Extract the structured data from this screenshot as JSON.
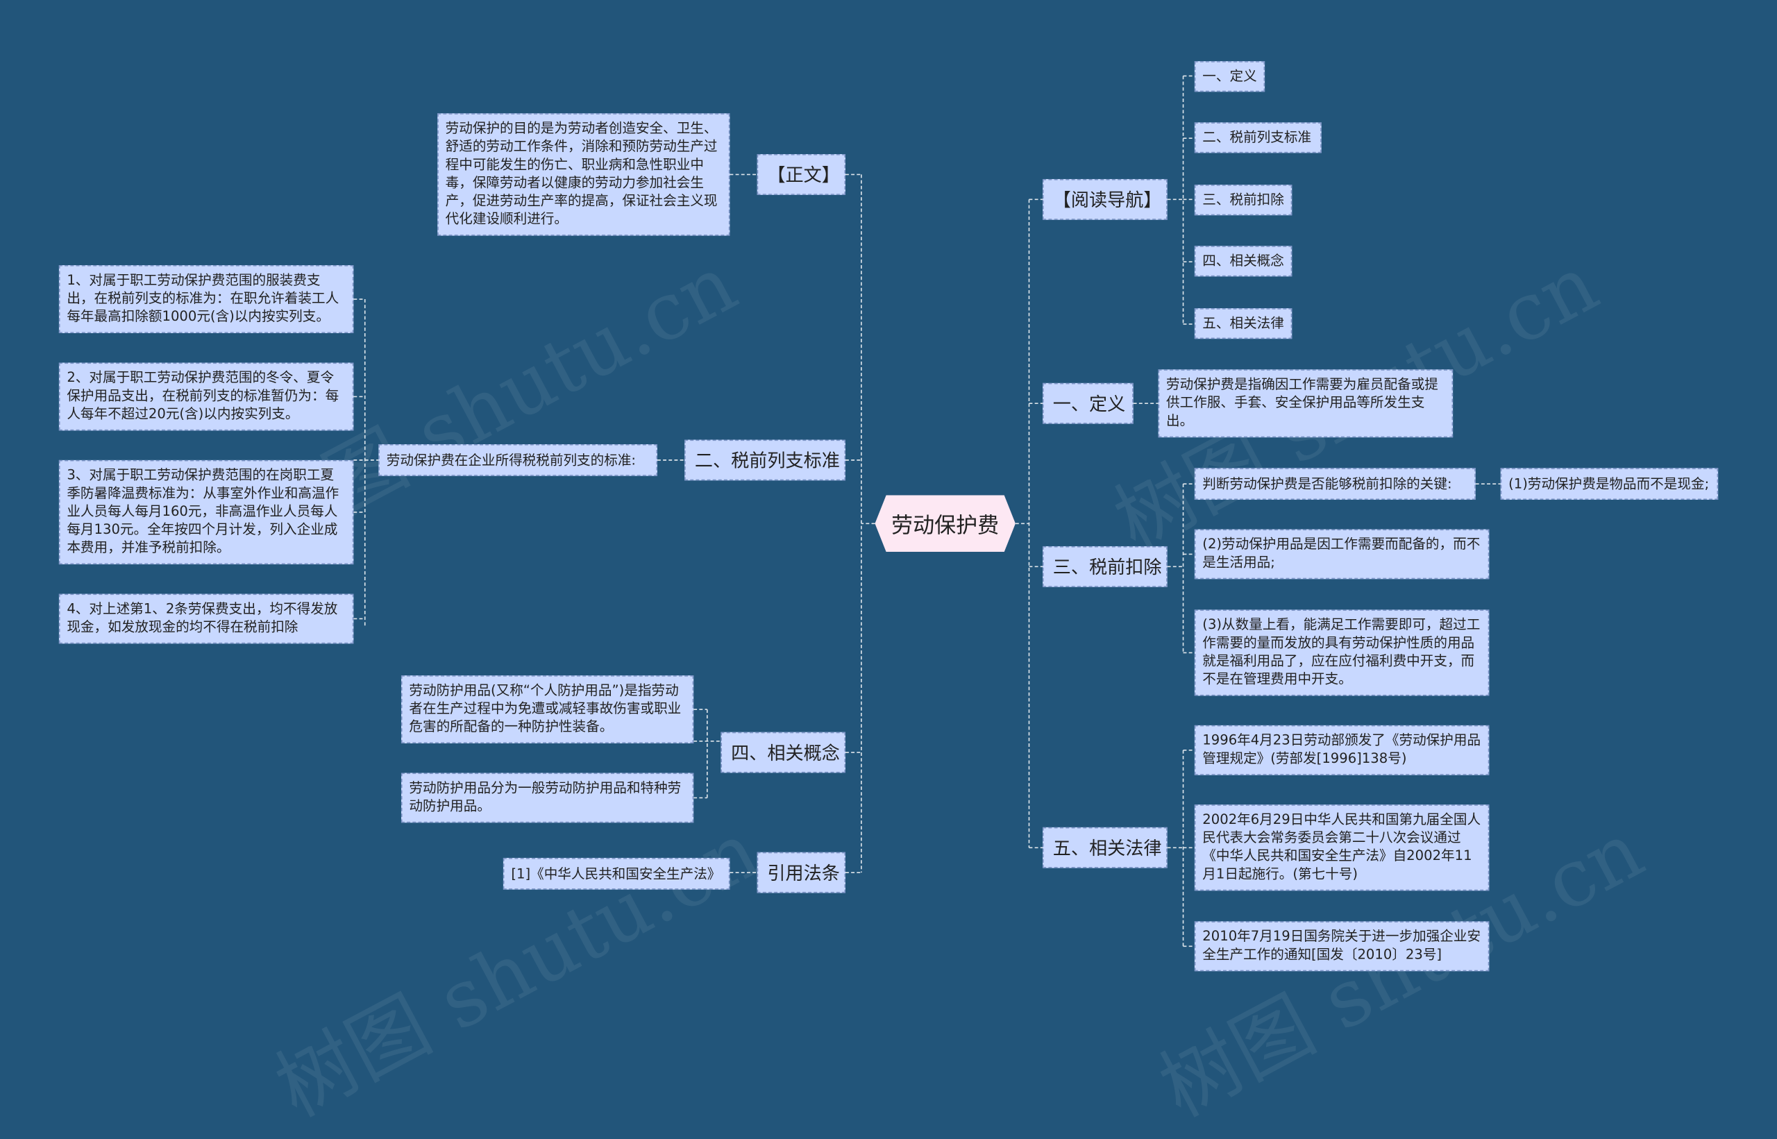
{
  "root": "劳动保护费",
  "watermark": "树图 shutu.cn",
  "left": {
    "zhengwen": {
      "label": "【正文】",
      "text": "劳动保护的目的是为劳动者创造安全、卫生、舒适的劳动工作条件，消除和预防劳动生产过程中可能发生的伤亡、职业病和急性职业中毒，保障劳动者以健康的劳动力参加社会生产，促进劳动生产率的提高，保证社会主义现代化建设顺利进行。"
    },
    "shuiqian": {
      "label": "二、税前列支标准",
      "intro": "劳动保护费在企业所得税税前列支的标准:",
      "items": [
        "1、对属于职工劳动保护费范围的服装费支出，在税前列支的标准为：在职允许着装工人每年最高扣除额1000元(含)以内按实列支。",
        "2、对属于职工劳动保护费范围的冬令、夏令保护用品支出，在税前列支的标准暂仍为：每人每年不超过20元(含)以内按实列支。",
        "3、对属于职工劳动保护费范围的在岗职工夏季防暑降温费标准为：从事室外作业和高温作业人员每人每月160元，非高温作业人员每人每月130元。全年按四个月计发，列入企业成本费用，并准予税前扣除。",
        "4、对上述第1、2条劳保费支出，均不得发放现金，如发放现金的均不得在税前扣除"
      ]
    },
    "gainian": {
      "label": "四、相关概念",
      "items": [
        "劳动防护用品(又称“个人防护用品”)是指劳动者在生产过程中为免遭或减轻事故伤害或职业危害的所配备的一种防护性装备。",
        "劳动防护用品分为一般劳动防护用品和特种劳动防护用品。"
      ]
    },
    "yinyong": {
      "label": "引用法条",
      "text": "[1]《中华人民共和国安全生产法》"
    }
  },
  "right": {
    "daohang": {
      "label": "【阅读导航】",
      "items": [
        "一、定义",
        "二、税前列支标准",
        "三、税前扣除",
        "四、相关概念",
        "五、相关法律"
      ]
    },
    "dingyi": {
      "label": "一、定义",
      "text": "劳动保护费是指确因工作需要为雇员配备或提供工作服、手套、安全保护用品等所发生支出。"
    },
    "kouchu": {
      "label": "三、税前扣除",
      "key": "判断劳动保护费是否能够税前扣除的关键:",
      "key_child": "(1)劳动保护费是物品而不是现金;",
      "items": [
        "(2)劳动保护用品是因工作需要而配备的，而不是生活用品;",
        "(3)从数量上看，能满足工作需要即可，超过工作需要的量而发放的具有劳动保护性质的用品就是福利用品了，应在应付福利费中开支，而不是在管理费用中开支。"
      ]
    },
    "falv": {
      "label": "五、相关法律",
      "items": [
        "1996年4月23日劳动部颁发了《劳动保护用品管理规定》(劳部发[1996]138号)",
        "2002年6月29日中华人民共和国第九届全国人民代表大会常务委员会第二十八次会议通过《中华人民共和国安全生产法》自2002年11月1日起施行。(第七十号)",
        "2010年7月19日国务院关于进一步加强企业安全生产工作的通知[国发〔2010〕23号]"
      ]
    }
  },
  "colors": {
    "background": "#22557a",
    "node": "#c8d8ff",
    "root": "#fde8f3",
    "line": "#ffffff"
  }
}
